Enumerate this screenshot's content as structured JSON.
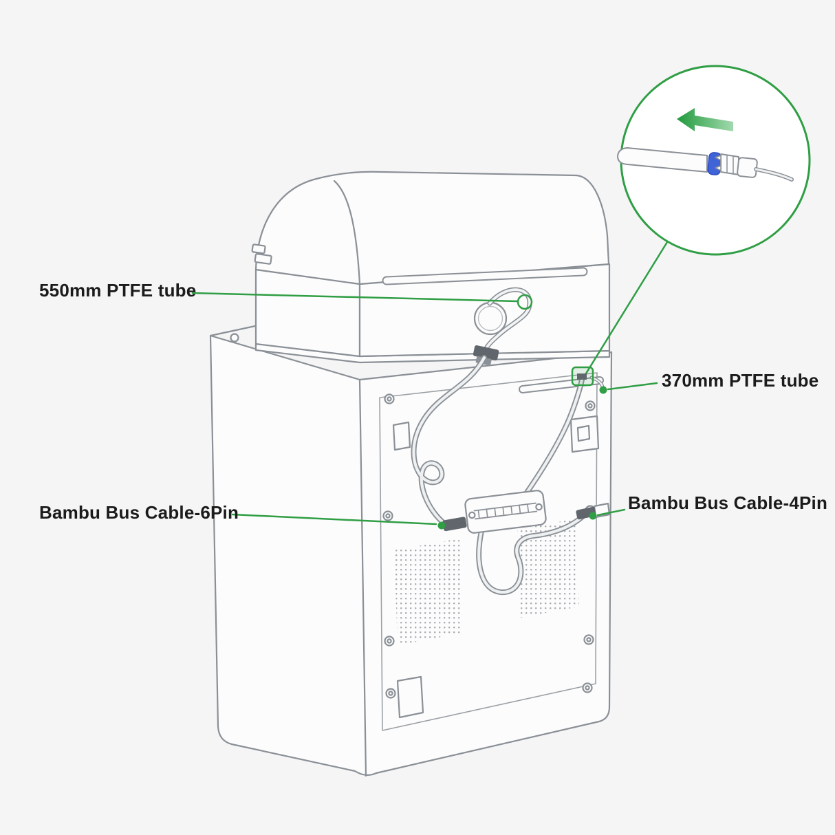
{
  "page": {
    "background_color": "#f5f5f6"
  },
  "colors": {
    "accent_green": "#2f9e44",
    "outline_gray": "#8a9096",
    "collet_blue": "#4063d8",
    "label_text": "#1b1b1b"
  },
  "labels": {
    "ptfe_550": "550mm PTFE tube",
    "ptfe_370": "370mm PTFE tube",
    "bus_6pin": "Bambu Bus Cable-6Pin",
    "bus_4pin": "Bambu Bus Cable-4Pin"
  },
  "icons": {
    "insert_direction_arrow": "←"
  }
}
